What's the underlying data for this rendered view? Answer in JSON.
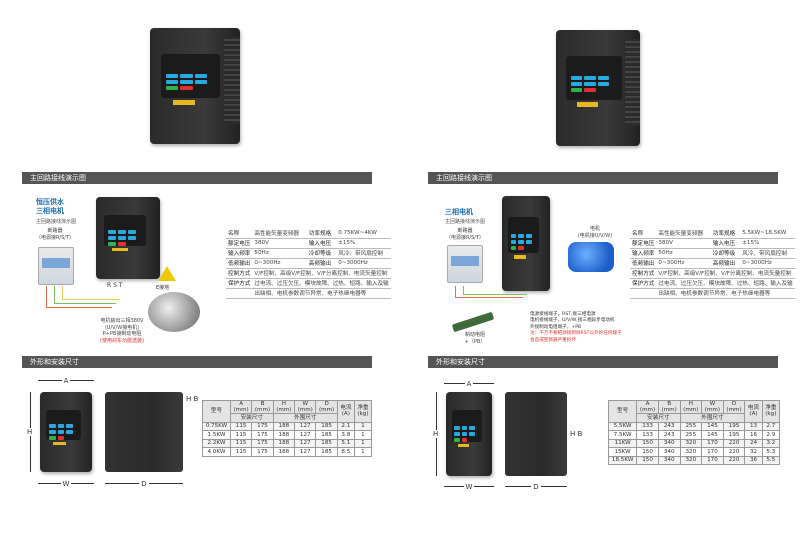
{
  "left": {
    "section1_title": "主回路接线演示图",
    "section2_title": "外形和安装尺寸",
    "diagram": {
      "title_line1": "恒压供水",
      "title_line2": "三相电机",
      "subtitle": "主回路接线演示图",
      "breaker_label": "断路器",
      "breaker_sub": "（电源接R/S/T）",
      "rst_label": "R S T",
      "ground_label": "E接地",
      "motor_line1": "电机输出三相380V",
      "motor_line2": "(U/V/W接电机)",
      "motor_line3": "P+PB接制动电阻",
      "motor_line4": "(使用刹车功能选装)"
    },
    "spec": [
      [
        "名称",
        "高性能矢量变频器",
        "功率规格",
        "0.75KW~4KW"
      ],
      [
        "额定电压",
        "380V",
        "输入电压",
        "±15%"
      ],
      [
        "输入频率",
        "50Hz",
        "冷却等级",
        "风冷、带风扇控制"
      ],
      [
        "低频输出",
        "0~300Hz",
        "高频输出",
        "0~3000Hz"
      ],
      [
        "控制方式",
        "V/F控制、高级V/F控制、V/F分离控制、电流矢量控制"
      ],
      [
        "保护方式",
        "过电流、过压欠压、模块故障、过热、短路、输入及输"
      ],
      [
        "",
        "出缺相、电机参数调节异常、电子热继电器等"
      ]
    ],
    "dim_labels": {
      "A": "A",
      "H": "H",
      "W": "W",
      "D": "D",
      "B": "B"
    },
    "dim_table": {
      "headers": [
        "型号",
        "A\n(mm)",
        "B\n(mm)",
        "H\n(mm)",
        "W\n(mm)",
        "D\n(mm)",
        "电流\n(A)",
        "净重\n(kg)"
      ],
      "group1": "安装尺寸",
      "group2": "外围尺寸",
      "rows": [
        [
          "0.75KW",
          "115",
          "175",
          "188",
          "127",
          "185",
          "2.1",
          "1"
        ],
        [
          "1.5KW",
          "115",
          "175",
          "188",
          "127",
          "185",
          "3.8",
          "1"
        ],
        [
          "2.2KW",
          "115",
          "175",
          "188",
          "127",
          "185",
          "5.1",
          "1"
        ],
        [
          "4.0KW",
          "115",
          "175",
          "188",
          "127",
          "185",
          "8.5",
          "1"
        ]
      ]
    }
  },
  "right": {
    "section1_title": "主回路接线演示图",
    "section2_title": "外形和安装尺寸",
    "diagram": {
      "title": "三相电机",
      "subtitle": "主回路接线演示图",
      "breaker_label": "断路器",
      "breaker_sub": "（电源接R/S/T）",
      "motor_label": "电机",
      "motor_sub": "(电机接U/V/W)",
      "resistor_label": "制动电阻",
      "resistor_sub": "+（PB）",
      "note1": "电源接线端子，RST,接三相电源",
      "note2": "电机接线端子，U/V/W,接三相异步电动机",
      "note3": "外接制动电阻端子，+PB",
      "warn1": "注：千万不要把源接到除RST以外的任何端子",
      "warn2": "会造成变频器严重损坏"
    },
    "spec": [
      [
        "名称",
        "高性能矢量变频器",
        "功率规格",
        "5.5KW~18.5KW"
      ],
      [
        "额定电压",
        "380V",
        "输入电压",
        "±15%"
      ],
      [
        "输入频率",
        "50Hz",
        "冷却等级",
        "风冷、带风扇控制"
      ],
      [
        "低频输出",
        "0~300Hz",
        "高频输出",
        "0~3000Hz"
      ],
      [
        "控制方式",
        "V/F控制、高级V/F控制、V/F分离控制、电流矢量控制"
      ],
      [
        "保护方式",
        "过电流、过压欠压、模块故障、过热、短路、输入及输"
      ],
      [
        "",
        "出缺相、电机参数调节异常、电子热继电器等"
      ]
    ],
    "dim_labels": {
      "A": "A",
      "H": "H",
      "W": "W",
      "D": "D",
      "B": "B"
    },
    "dim_table": {
      "headers": [
        "型号",
        "A\n(mm)",
        "B\n(mm)",
        "H\n(mm)",
        "W\n(mm)",
        "D\n(mm)",
        "电流\n(A)",
        "净重\n(kg)"
      ],
      "group1": "安装尺寸",
      "group2": "外围尺寸",
      "rows": [
        [
          "5.5KW",
          "133",
          "243",
          "255",
          "145",
          "195",
          "13",
          "2.7"
        ],
        [
          "7.5KW",
          "133",
          "243",
          "255",
          "145",
          "195",
          "16",
          "2.9"
        ],
        [
          "11KW",
          "150",
          "340",
          "320",
          "170",
          "220",
          "24",
          "3.2"
        ],
        [
          "15KW",
          "150",
          "340",
          "320",
          "170",
          "220",
          "32",
          "5.3"
        ],
        [
          "18.5KW",
          "150",
          "340",
          "320",
          "170",
          "220",
          "36",
          "5.5"
        ]
      ]
    }
  },
  "colors": {
    "header_bg": "#555555",
    "title_blue": "#1a6fb0",
    "warn_red": "#e03030"
  }
}
